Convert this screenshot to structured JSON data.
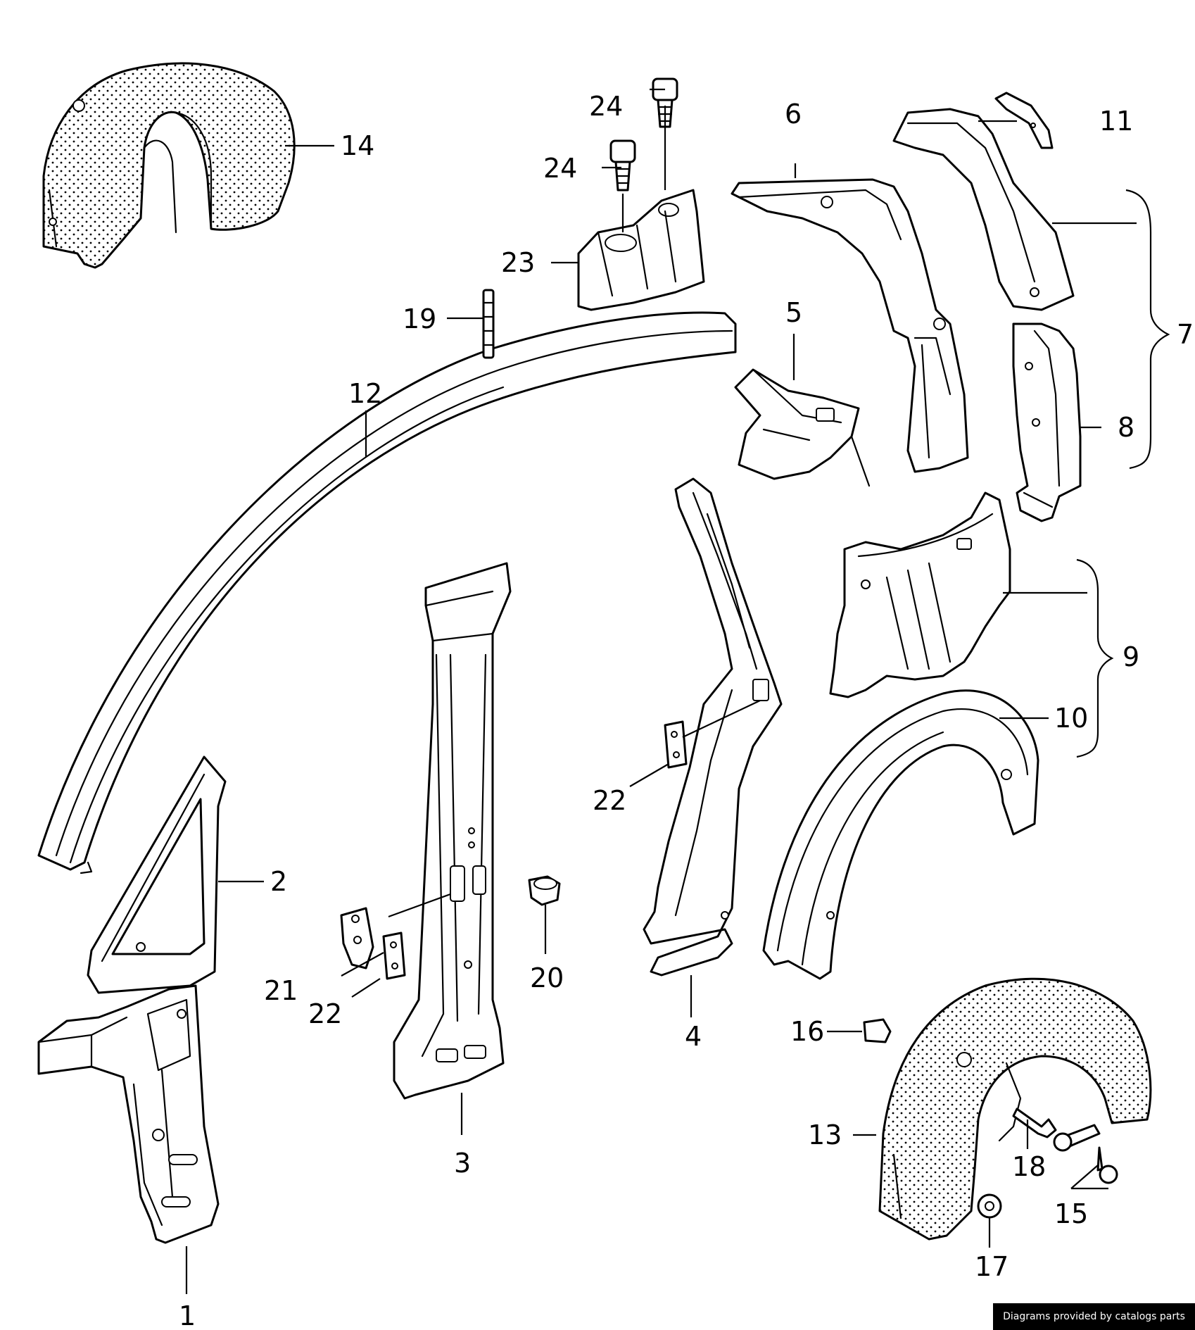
{
  "diagram": {
    "callouts": [
      {
        "id": "c1",
        "label": "1"
      },
      {
        "id": "c2",
        "label": "2"
      },
      {
        "id": "c3",
        "label": "3"
      },
      {
        "id": "c4",
        "label": "4"
      },
      {
        "id": "c5",
        "label": "5"
      },
      {
        "id": "c6",
        "label": "6"
      },
      {
        "id": "c7",
        "label": "7"
      },
      {
        "id": "c8",
        "label": "8"
      },
      {
        "id": "c9",
        "label": "9"
      },
      {
        "id": "c10",
        "label": "10"
      },
      {
        "id": "c11",
        "label": "11"
      },
      {
        "id": "c12",
        "label": "12"
      },
      {
        "id": "c13",
        "label": "13"
      },
      {
        "id": "c14",
        "label": "14"
      },
      {
        "id": "c15",
        "label": "15"
      },
      {
        "id": "c16",
        "label": "16"
      },
      {
        "id": "c17",
        "label": "17"
      },
      {
        "id": "c18",
        "label": "18"
      },
      {
        "id": "c19",
        "label": "19"
      },
      {
        "id": "c20",
        "label": "20"
      },
      {
        "id": "c21",
        "label": "21"
      },
      {
        "id": "c22a",
        "label": "22"
      },
      {
        "id": "c22b",
        "label": "22"
      },
      {
        "id": "c23",
        "label": "23"
      },
      {
        "id": "c24a",
        "label": "24"
      },
      {
        "id": "c24b",
        "label": "24"
      }
    ]
  },
  "footer": {
    "credit": "Diagrams provided by catalogs parts"
  }
}
